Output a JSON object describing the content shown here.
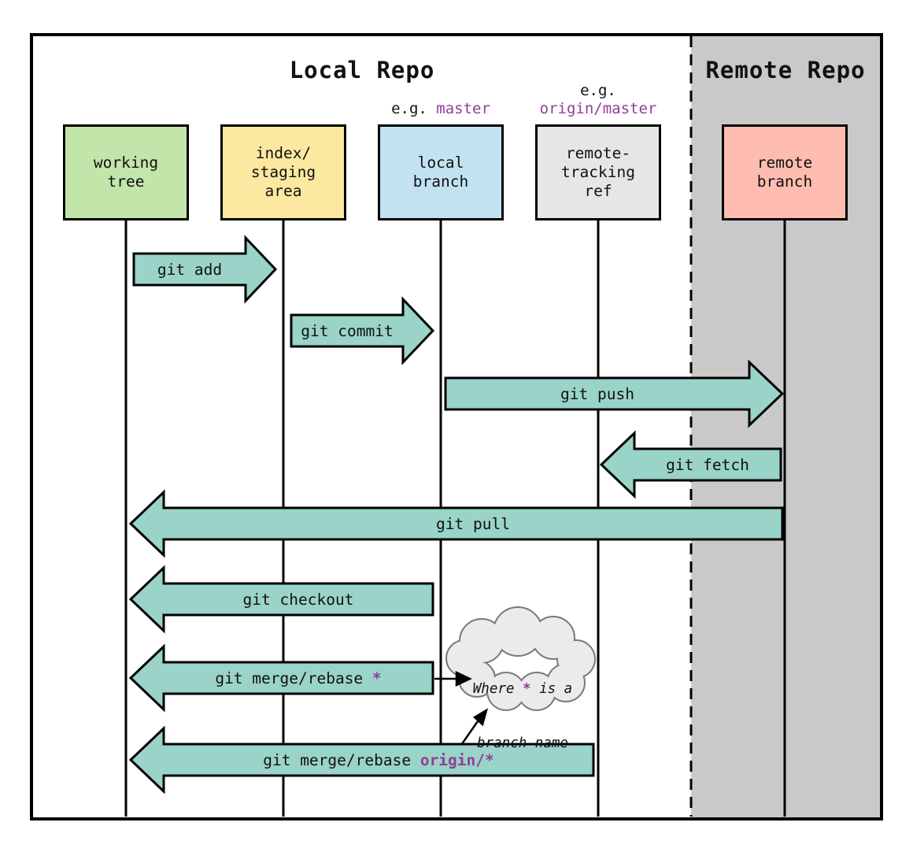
{
  "titles": {
    "local": "Local Repo",
    "remote": "Remote Repo"
  },
  "nodes": {
    "working_tree": {
      "label": "working\ntree",
      "color": "#c2e5aa"
    },
    "index_staging": {
      "label": "index/\nstaging\narea",
      "color": "#fce8a0"
    },
    "local_branch": {
      "label": "local\nbranch",
      "color": "#c2e2f2",
      "example_prefix": "e.g. ",
      "example": "master"
    },
    "remote_tracking": {
      "label": "remote-\ntracking\nref",
      "color": "#e6e6e6",
      "example_prefix": "e.g.",
      "example": "origin/master"
    },
    "remote_branch": {
      "label": "remote\nbranch",
      "color": "#ffbcb0"
    }
  },
  "arrows": {
    "add": {
      "label": "git add",
      "direction": "right",
      "from": "working tree",
      "to": "index/staging area"
    },
    "commit": {
      "label": "git commit",
      "direction": "right",
      "from": "index/staging area",
      "to": "local branch"
    },
    "push": {
      "label": "git push",
      "direction": "right",
      "from": "local branch",
      "to": "remote branch"
    },
    "fetch": {
      "label": "git fetch",
      "direction": "left",
      "from": "remote branch",
      "to": "remote-tracking ref"
    },
    "pull": {
      "label": "git pull",
      "direction": "left",
      "from": "remote branch",
      "to": "working tree"
    },
    "checkout": {
      "label": "git checkout",
      "direction": "left",
      "from": "local branch",
      "to": "working tree"
    },
    "merge_star": {
      "label": "git merge/rebase ",
      "suffix": "*",
      "direction": "left",
      "from": "local branch",
      "to": "working tree"
    },
    "merge_origin": {
      "label": "git merge/rebase ",
      "suffix": "origin/*",
      "direction": "left",
      "from": "remote-tracking ref",
      "to": "working tree"
    }
  },
  "cloud": {
    "pre": "Where ",
    "star": "*",
    "post": " is a",
    "line2": "branch name"
  },
  "colors": {
    "arrow_fill": "#9ad3c7",
    "purple_accent": "#8f3f97",
    "remote_background": "#c9c9c9",
    "cloud_fill": "#ebebeb",
    "cloud_stroke": "#7a7a7a",
    "border": "#000000"
  }
}
